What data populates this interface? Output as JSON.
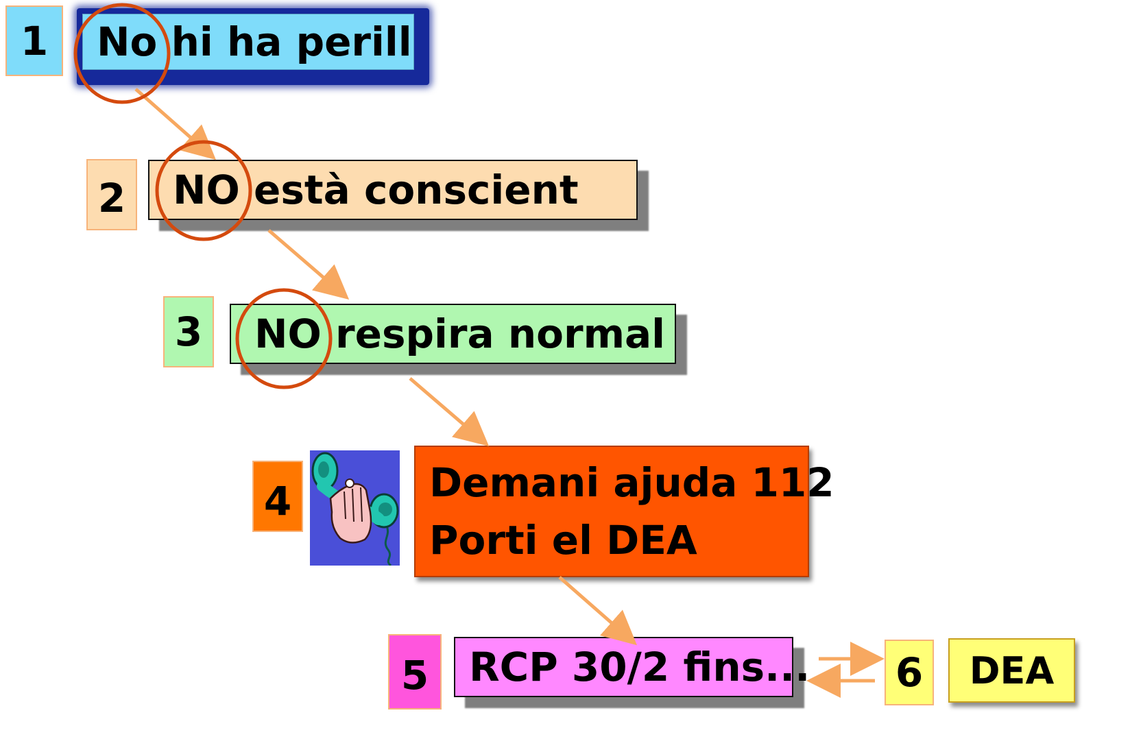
{
  "steps": [
    {
      "number": "1",
      "text": "No hi ha perill"
    },
    {
      "number": "2",
      "text": "NO està conscient"
    },
    {
      "number": "3",
      "text": "NO respira normal"
    },
    {
      "number": "4",
      "line1": "Demani ajuda 112",
      "line2": "Porti el DEA"
    },
    {
      "number": "5",
      "text": "RCP 30/2 fins..."
    },
    {
      "number": "6",
      "text": "DEA"
    }
  ],
  "icons": {
    "step4": "telephone-handset-icon"
  },
  "colors": {
    "step1_box": "#7fdcfa",
    "step1_frame": "#1a2f9a",
    "step2_box": "#fddcb0",
    "step3_box": "#b0f7b0",
    "step4_box": "#ff5500",
    "step4_number_bg": "#ff7700",
    "step5_box": "#ff88ff",
    "step5_number_bg": "#ff55dd",
    "step6_box": "#ffff77",
    "arrow": "#f7a860",
    "circle": "#d44a0e"
  }
}
